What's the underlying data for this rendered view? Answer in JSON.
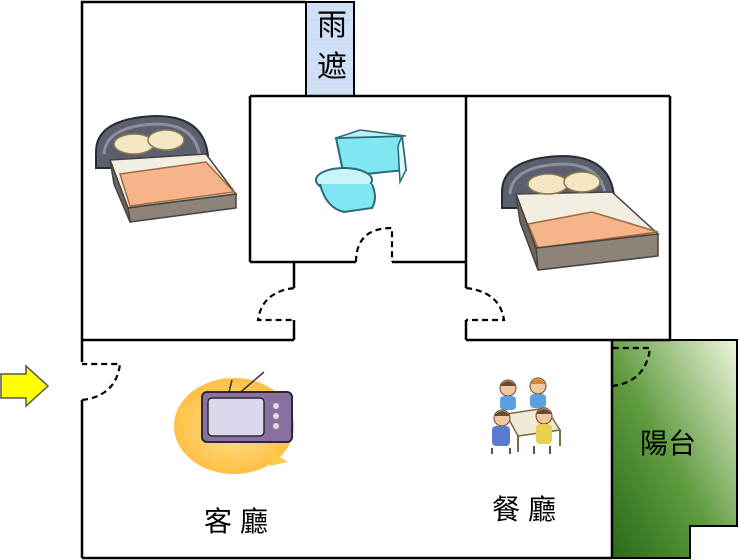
{
  "labels": {
    "rain_shelter_1": "雨",
    "rain_shelter_2": "遮",
    "living_room": "客廳",
    "dining_room": "餐廳",
    "balcony": "陽台"
  },
  "colors": {
    "wall": "#000000",
    "rain_shelter_fill": "#cfe0f4",
    "balcony_dark": "#2f6e1e",
    "balcony_light": "#e6efcf",
    "entry_arrow": "#ffff00",
    "bed_frame": "#5b5f6e",
    "bed_sheet": "#f5b48a",
    "toilet": "#7fe6f2",
    "tv_body": "#8a6fa0",
    "tv_burst": "#ffc94a"
  },
  "icons": [
    "bed-icon",
    "toilet-icon",
    "tv-icon",
    "dining-family-icon",
    "entry-arrow-icon"
  ]
}
